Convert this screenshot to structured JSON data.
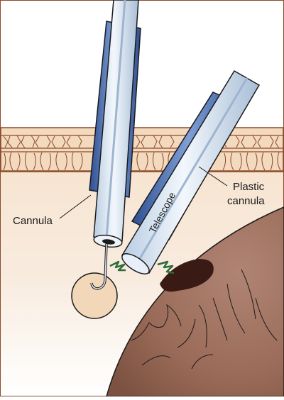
{
  "labels": {
    "cannula": "Cannula",
    "telescope": "Telescope",
    "plastic_cannula_line1": "Plastic",
    "plastic_cannula_line2": "cannula"
  },
  "colors": {
    "background": "#ffffff",
    "skin_tissue": "#f4dcc4",
    "tissue_layer": "#f7e2cc",
    "tissue_line": "#8a4a2a",
    "organ": "#9c6e5c",
    "organ_dark": "#7a4e40",
    "burn_spot": "#3a1a14",
    "instrument_body": "#d7e4f2",
    "instrument_shade": "#a9bfd8",
    "plastic_sheath": "#4a6fb5",
    "outline": "#1a1a1a",
    "spark": "#2c6b3a",
    "lesion": "#f2d8b8"
  },
  "icons": {
    "spark_left": "electric-spark-icon",
    "spark_right": "electric-spark-icon"
  }
}
